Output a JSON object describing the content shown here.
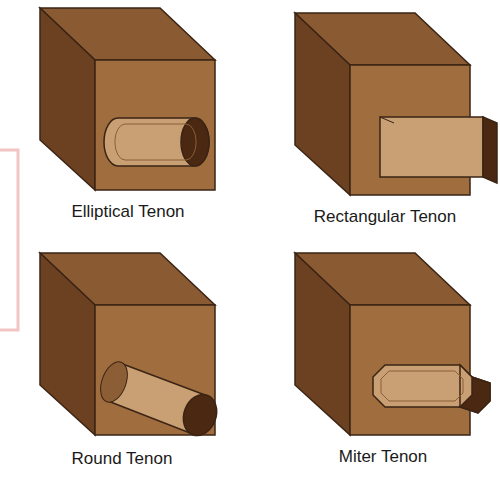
{
  "diagram": {
    "labels": [
      "Elliptical Tenon",
      "Rectangular Tenon",
      "Round Tenon",
      "Miter Tenon"
    ]
  }
}
